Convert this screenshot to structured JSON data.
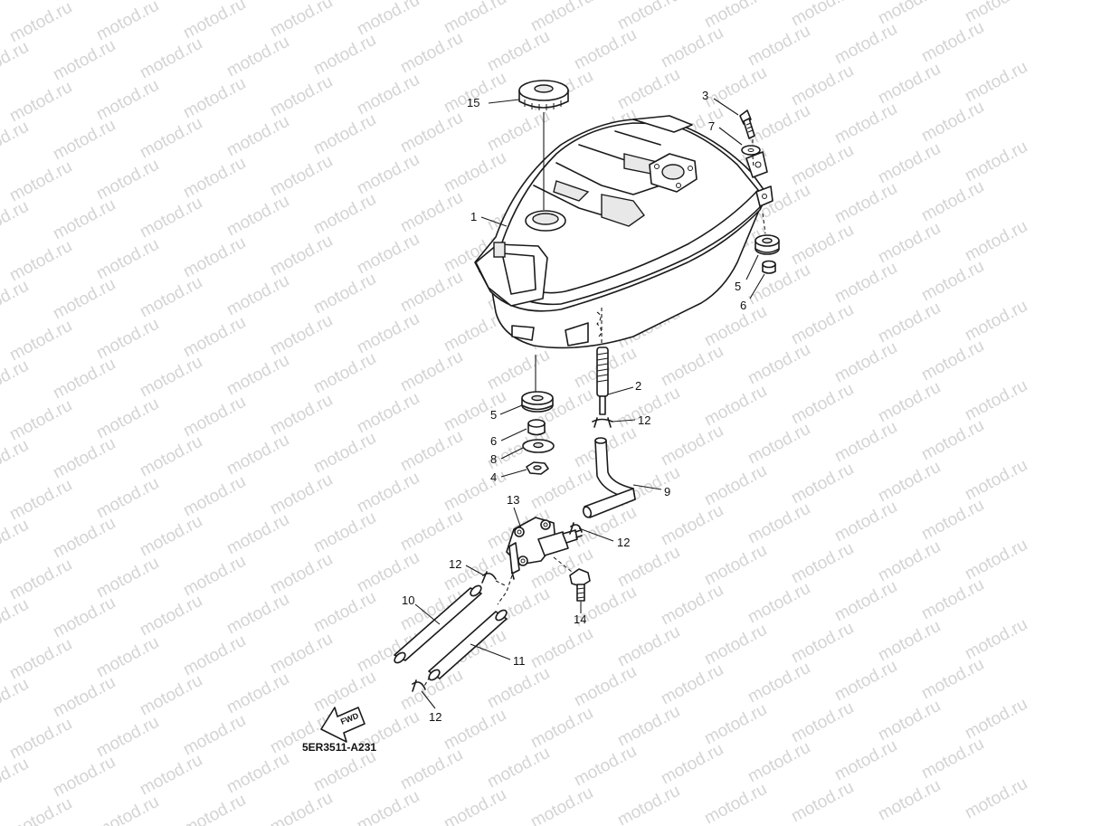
{
  "watermark": "motod.ru",
  "diagram_code": "5ER3511-A231",
  "fwd_label": "FWD",
  "callouts": {
    "c1": "1",
    "c2": "2",
    "c3": "3",
    "c4": "4",
    "c5a": "5",
    "c5b": "5",
    "c6a": "6",
    "c6b": "6",
    "c7": "7",
    "c8": "8",
    "c9": "9",
    "c10": "10",
    "c11": "11",
    "c12a": "12",
    "c12b": "12",
    "c12c": "12",
    "c12d": "12",
    "c13": "13",
    "c14": "14",
    "c15": "15"
  }
}
